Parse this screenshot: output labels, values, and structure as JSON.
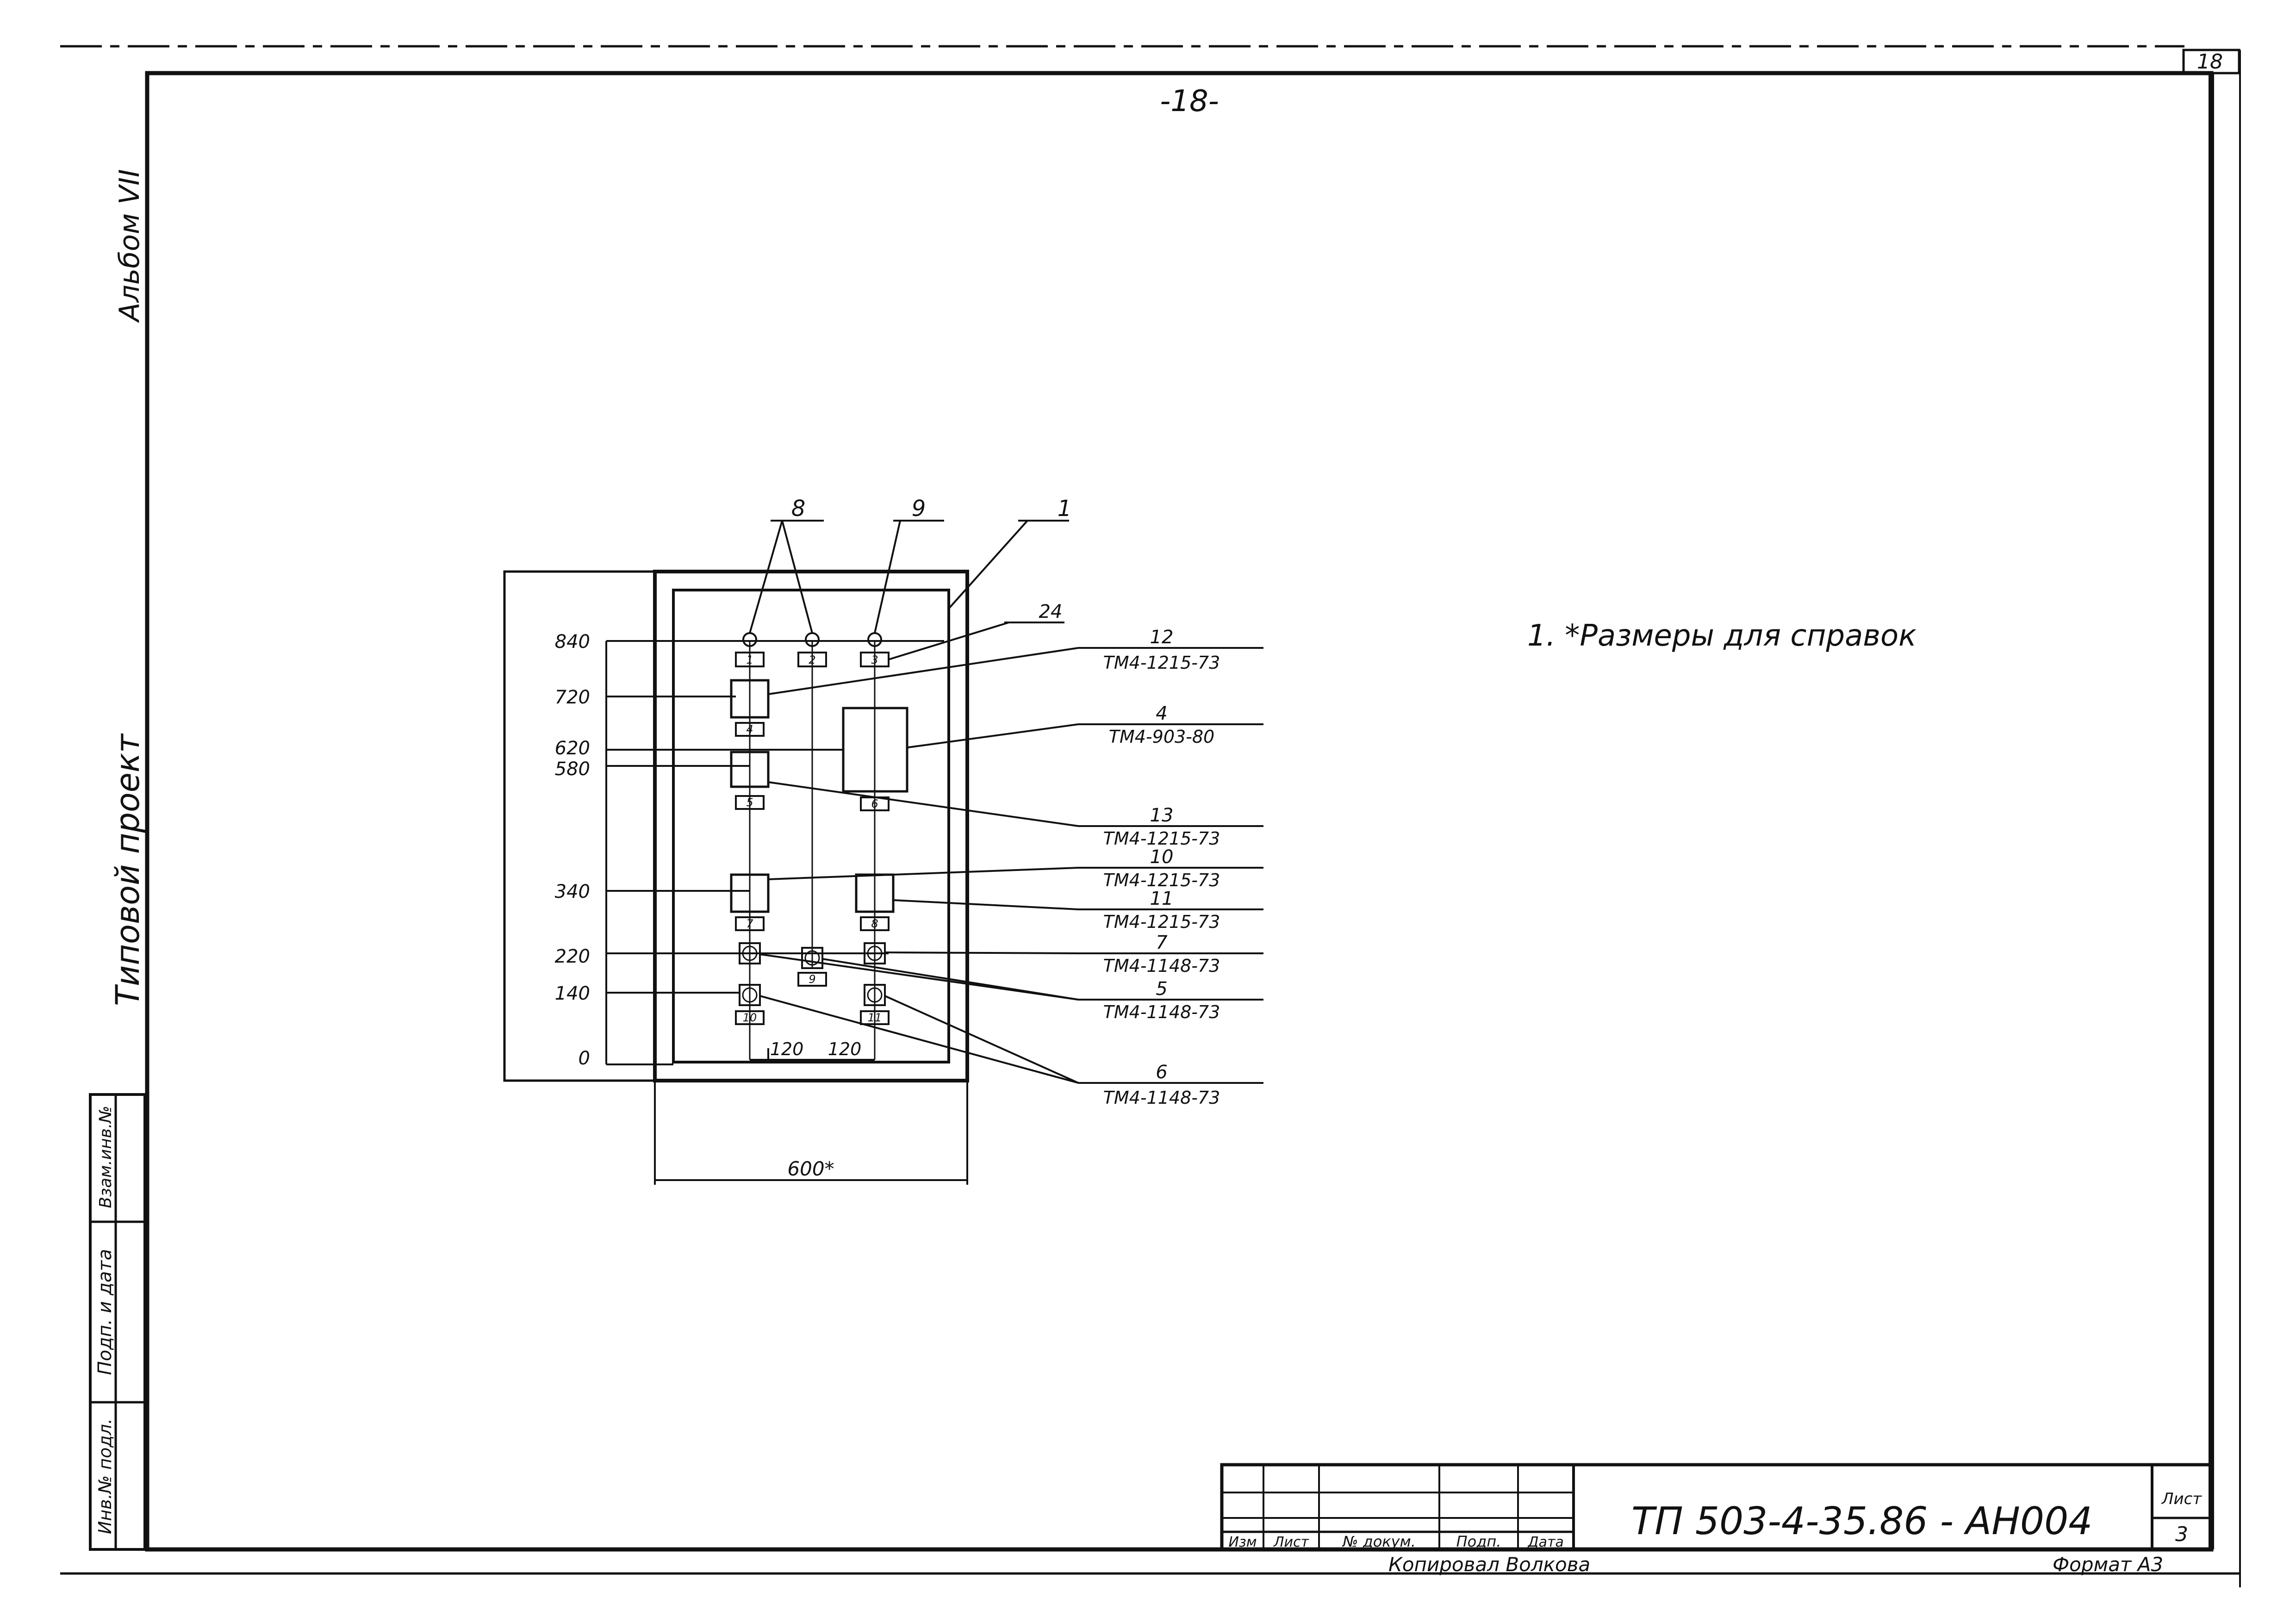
{
  "sheet": {
    "corner_number": "18",
    "page_marker": "-18-",
    "album": "Альбом VII",
    "project_type": "Типовой проект",
    "note": "1. *Размеры для справок",
    "copied_by": "Копировал Волкова",
    "format": "Формат А3",
    "side_stamp": {
      "inv_orig": "Инв.№ подл.",
      "sign_date": "Подп. и дата",
      "replace_inv": "Взам.инв.№"
    }
  },
  "title_block": {
    "doc_code": "ТП 503-4-35.86 - АН004",
    "sheet_label": "Лист",
    "sheet_number": "3",
    "col_izm": "Изм",
    "col_list": "Лист",
    "col_doc": "№ докум.",
    "col_sign": "Подп.",
    "col_date": "Дата"
  },
  "drawing": {
    "level_labels": [
      "840",
      "720",
      "620",
      "580",
      "340",
      "220",
      "140",
      "0"
    ],
    "spacing_labels": [
      "120",
      "120"
    ],
    "width_label": "600*",
    "top_callouts": [
      "8",
      "9",
      "1"
    ],
    "item_labels": [
      "1",
      "2",
      "3",
      "4",
      "5",
      "6",
      "7",
      "8",
      "9",
      "10",
      "11"
    ],
    "specs": [
      {
        "num": "24",
        "code": ""
      },
      {
        "num": "12",
        "code": "ТМ4-1215-73"
      },
      {
        "num": "4",
        "code": "ТМ4-903-80"
      },
      {
        "num": "13",
        "code": "ТМ4-1215-73"
      },
      {
        "num": "10",
        "code": "ТМ4-1215-73"
      },
      {
        "num": "11",
        "code": "ТМ4-1215-73"
      },
      {
        "num": "7",
        "code": "ТМ4-1148-73"
      },
      {
        "num": "5",
        "code": "ТМ4-1148-73"
      },
      {
        "num": "6",
        "code": "ТМ4-1148-73"
      }
    ]
  }
}
